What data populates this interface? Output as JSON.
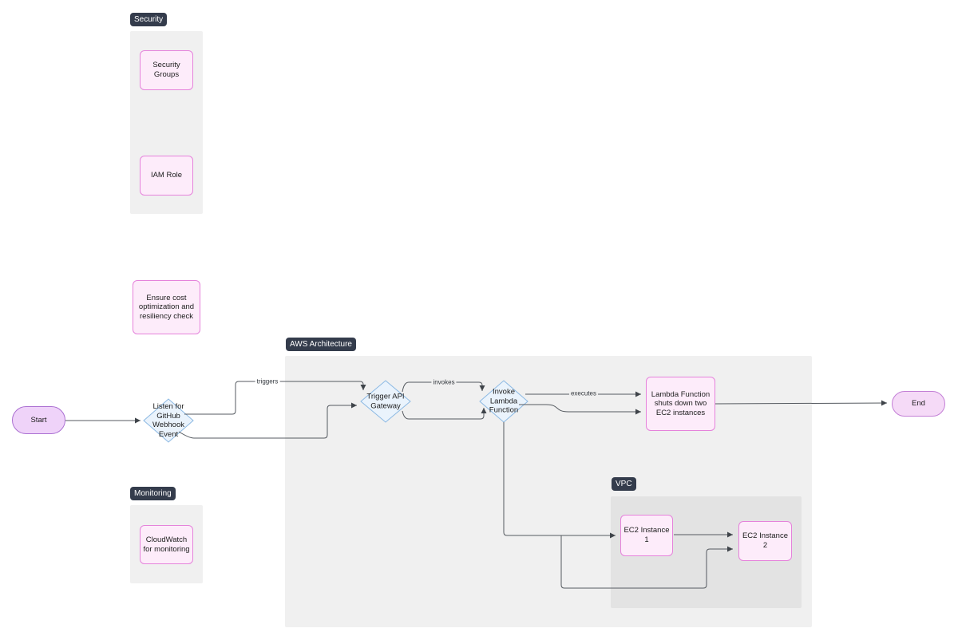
{
  "diagram": {
    "badges": {
      "security": "Security",
      "aws": "AWS Architecture",
      "vpc": "VPC",
      "monitoring": "Monitoring"
    },
    "nodes": {
      "security_groups": "Security Groups",
      "iam_role": "IAM Role",
      "ensure_cost": "Ensure cost optimization and resiliency check",
      "cloudwatch": "CloudWatch for monitoring",
      "start": "Start",
      "listen": "Listen for GitHub Webhook Event",
      "trigger": "Trigger API Gateway",
      "invoke": "Invoke Lambda Function",
      "lambda": "Lambda Function shuts down two EC2 instances",
      "end": "End",
      "ec2_1": "EC2 Instance 1",
      "ec2_2": "EC2 Instance 2"
    },
    "edge_labels": {
      "triggers": "triggers",
      "invokes": "invokes",
      "executes": "executes"
    },
    "colors": {
      "pink_node_fill": "#fdecfa",
      "pink_node_border": "#e583db",
      "purple_pill_fill": "#efd3f9",
      "purple_pill_border": "#ab70d2",
      "blue_diamond_fill": "#eaf3fc",
      "blue_diamond_border": "#8cb9e3",
      "subgraph_gray": "#f0f0f0",
      "vpc_gray": "#e3e3e3",
      "badge_dark": "#343c4c",
      "edge_gray": "#555a60"
    }
  }
}
